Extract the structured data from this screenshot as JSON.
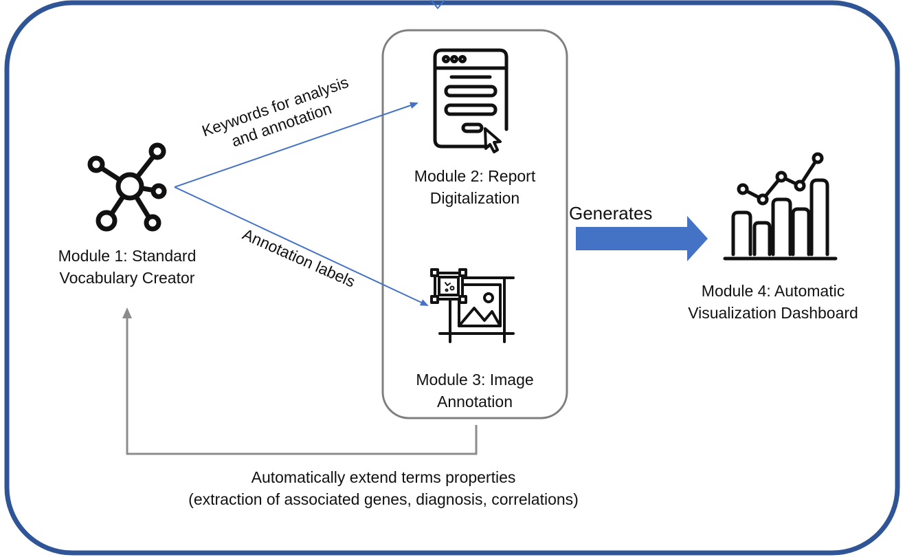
{
  "modules": {
    "m1": {
      "line1": "Module 1: Standard",
      "line2": "Vocabulary Creator",
      "icon": "network-hub-icon"
    },
    "m2": {
      "line1": "Module 2: Report",
      "line2": "Digitalization",
      "icon": "form-cursor-icon"
    },
    "m3": {
      "line1": "Module 3: Image",
      "line2": "Annotation",
      "icon": "image-annotation-icon"
    },
    "m4": {
      "line1": "Module 4: Automatic",
      "line2": "Visualization Dashboard",
      "icon": "bar-line-chart-icon"
    }
  },
  "edges": {
    "keywords": {
      "line1": "Keywords for analysis",
      "line2": "and annotation"
    },
    "labels": {
      "text": "Annotation labels"
    },
    "generates": {
      "text": "Generates"
    },
    "feedback": {
      "line1": "Automatically extend terms properties",
      "line2": "(extraction of associated genes, diagnosis, correlations)"
    }
  },
  "colors": {
    "frame": "#2f5597",
    "arrow_blue": "#4472c4",
    "generates_arrow": "#4472c4",
    "feedback_arrow": "#8c8c8c",
    "group_box": "#7f7f7f",
    "icon": "#111111"
  }
}
